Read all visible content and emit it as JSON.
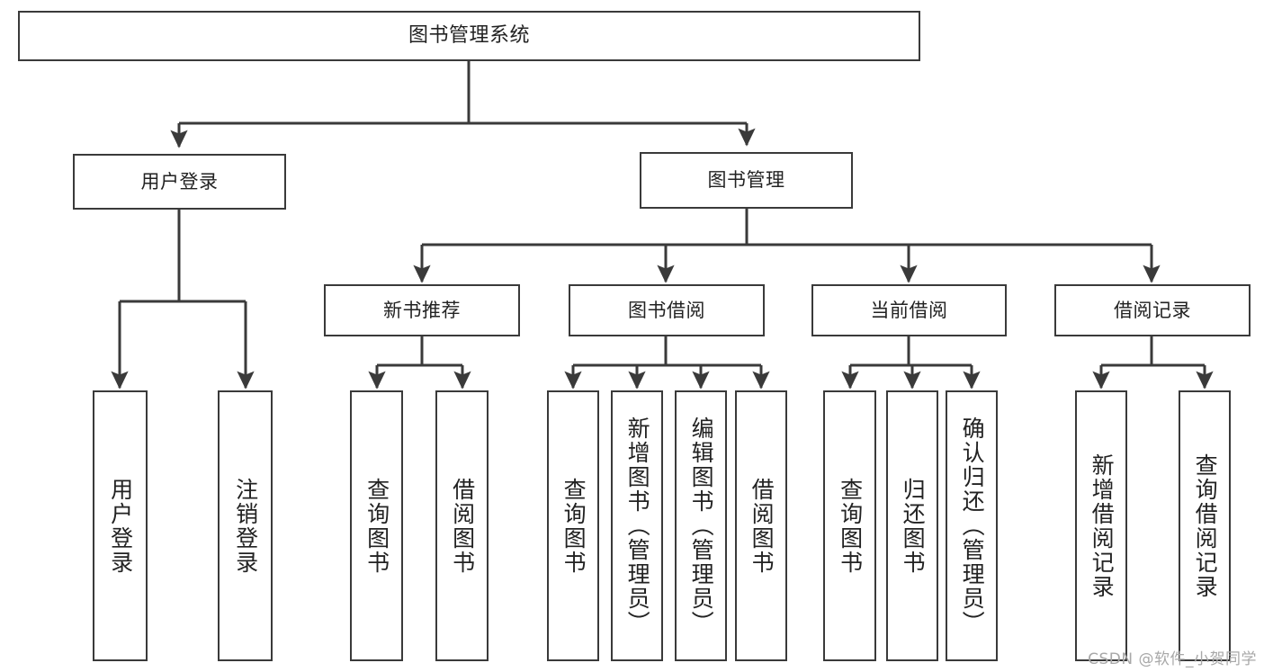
{
  "diagram": {
    "title": "图书管理系统",
    "type": "tree",
    "stroke_color": "#3a3a3a",
    "text_color": "#222222",
    "background_color": "#ffffff",
    "watermark": "CSDN @软件_小贺同学"
  },
  "nodes": {
    "root": {
      "label": "图书管理系统"
    },
    "level2": [
      {
        "id": "user-login",
        "label": "用户登录"
      },
      {
        "id": "book-manage",
        "label": "图书管理"
      }
    ],
    "level3": [
      {
        "id": "new-book-rec",
        "label": "新书推荐"
      },
      {
        "id": "book-borrow",
        "label": "图书借阅"
      },
      {
        "id": "current-borrow",
        "label": "当前借阅"
      },
      {
        "id": "borrow-record",
        "label": "借阅记录"
      }
    ],
    "leaves": {
      "user_login": [
        {
          "id": "leaf-user-login",
          "label": "用户登录"
        },
        {
          "id": "leaf-logout",
          "label": "注销登录"
        }
      ],
      "new_book_rec": [
        {
          "id": "leaf-query-book-1",
          "label": "查询图书"
        },
        {
          "id": "leaf-borrow-book-1",
          "label": "借阅图书"
        }
      ],
      "book_borrow": [
        {
          "id": "leaf-query-book-2",
          "label": "查询图书"
        },
        {
          "id": "leaf-add-book",
          "label": "新增图书（管理员）"
        },
        {
          "id": "leaf-edit-book",
          "label": "编辑图书（管理员）"
        },
        {
          "id": "leaf-borrow-book-2",
          "label": "借阅图书"
        }
      ],
      "current_borrow": [
        {
          "id": "leaf-query-book-3",
          "label": "查询图书"
        },
        {
          "id": "leaf-return-book",
          "label": "归还图书"
        },
        {
          "id": "leaf-confirm-return",
          "label": "确认归还（管理员）"
        }
      ],
      "borrow_record": [
        {
          "id": "leaf-add-record",
          "label": "新增借阅记录"
        },
        {
          "id": "leaf-query-record",
          "label": "查询借阅记录"
        }
      ]
    }
  }
}
